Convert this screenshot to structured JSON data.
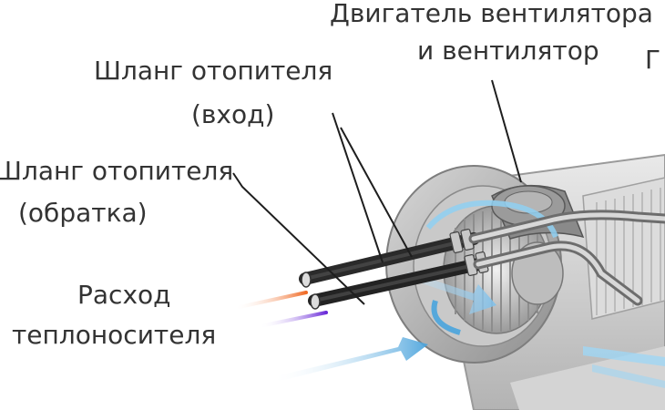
{
  "labels": {
    "motor_line1": "Двигатель вентилятора",
    "motor_line2": "и вентилятор",
    "cut_letter": "Г",
    "inlet_line1": "Шланг отопителя",
    "inlet_line2": "(вход)",
    "return_line1": "Шланг отопителя",
    "return_line2": "(обратка)",
    "flow_line1": "Расход",
    "flow_line2": "теплоносителя"
  },
  "colors": {
    "hot_flow": "#f07a3a",
    "cold_flow": "#7a3ad8",
    "air_flow": "#5aaee0",
    "label_text": "#333333"
  }
}
